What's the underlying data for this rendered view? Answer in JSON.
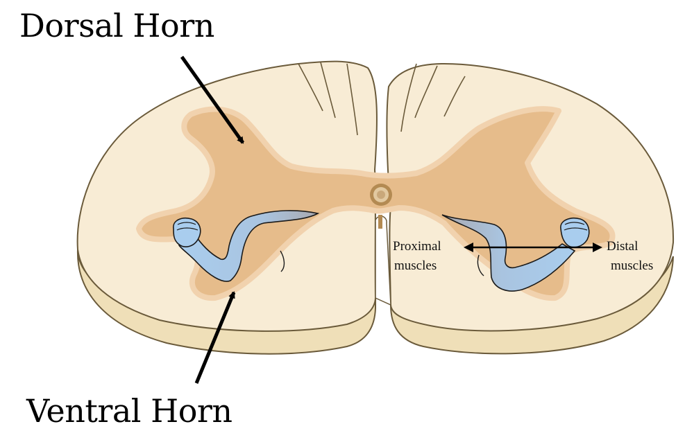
{
  "labels": {
    "dorsal_horn": "Dorsal Horn",
    "ventral_horn": "Ventral Horn",
    "proximal_line1": "Proximal",
    "proximal_line2": "muscles",
    "distal_line1": "Distal",
    "distal_line2": "muscles"
  },
  "colors": {
    "white_matter": "#f8ecd5",
    "gray_matter": "#e6bc8b",
    "gray_matter_edge": "#f1d2ae",
    "slab_edge": "#efdfb8",
    "outline": "#6a5a3a",
    "arm": "#a9cdee",
    "arm_shadow": "#a7a8ae",
    "arrow": "#000000"
  }
}
